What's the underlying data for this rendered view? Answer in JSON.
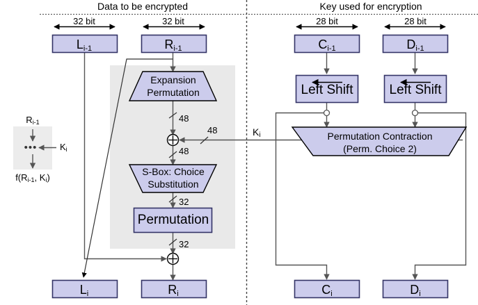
{
  "diagram": {
    "title_left": "Data to be encrypted",
    "title_right": "Key used for encryption",
    "colors": {
      "box_fill": "#ccccec",
      "box_stroke": "#333366",
      "shape_fill": "#ccccec",
      "region_fill": "#e9e9e9",
      "line": "#555555",
      "text": "#000000",
      "divider": "#444444"
    }
  },
  "data_side": {
    "bit_left": "32 bit",
    "bit_right": "32 bit",
    "box_L_prev": {
      "base": "L",
      "sub": "i-1"
    },
    "box_R_prev": {
      "base": "R",
      "sub": "i-1"
    },
    "box_L_next": {
      "base": "L",
      "sub": "i"
    },
    "box_R_next": {
      "base": "R",
      "sub": "i"
    },
    "expansion": {
      "line1": "Expansion",
      "line2": "Permutation"
    },
    "sbox": {
      "line1": "S-Box: Choice",
      "line2": "Substitution"
    },
    "permutation": "Permutation",
    "wire_exp_out": "48",
    "wire_xor_in_key": "48",
    "wire_xor_out": "48",
    "wire_sbox_out": "32",
    "wire_perm_out": "32",
    "xor_glyph": "+"
  },
  "key_side": {
    "bit_left": "28 bit",
    "bit_right": "28 bit",
    "box_C_prev": {
      "base": "C",
      "sub": "i-1"
    },
    "box_D_prev": {
      "base": "D",
      "sub": "i-1"
    },
    "box_C_next": {
      "base": "C",
      "sub": "i"
    },
    "box_D_next": {
      "base": "D",
      "sub": "i"
    },
    "left_shift_1": "Left Shift",
    "left_shift_2": "Left Shift",
    "perm_contraction": {
      "line1": "Permutation Contraction",
      "line2": "(Perm. Choice 2)"
    },
    "subkey_label": {
      "base": "K",
      "sub": "i"
    }
  },
  "legend": {
    "top": {
      "base": "R",
      "sub": "i-1"
    },
    "key_in": {
      "base": "K",
      "sub": "i"
    },
    "middle_dots": "•••",
    "bottom": {
      "prefix": "f(R",
      "sub1": "i-1",
      "mid": ", K",
      "sub2": "i",
      "suffix": ")"
    }
  }
}
